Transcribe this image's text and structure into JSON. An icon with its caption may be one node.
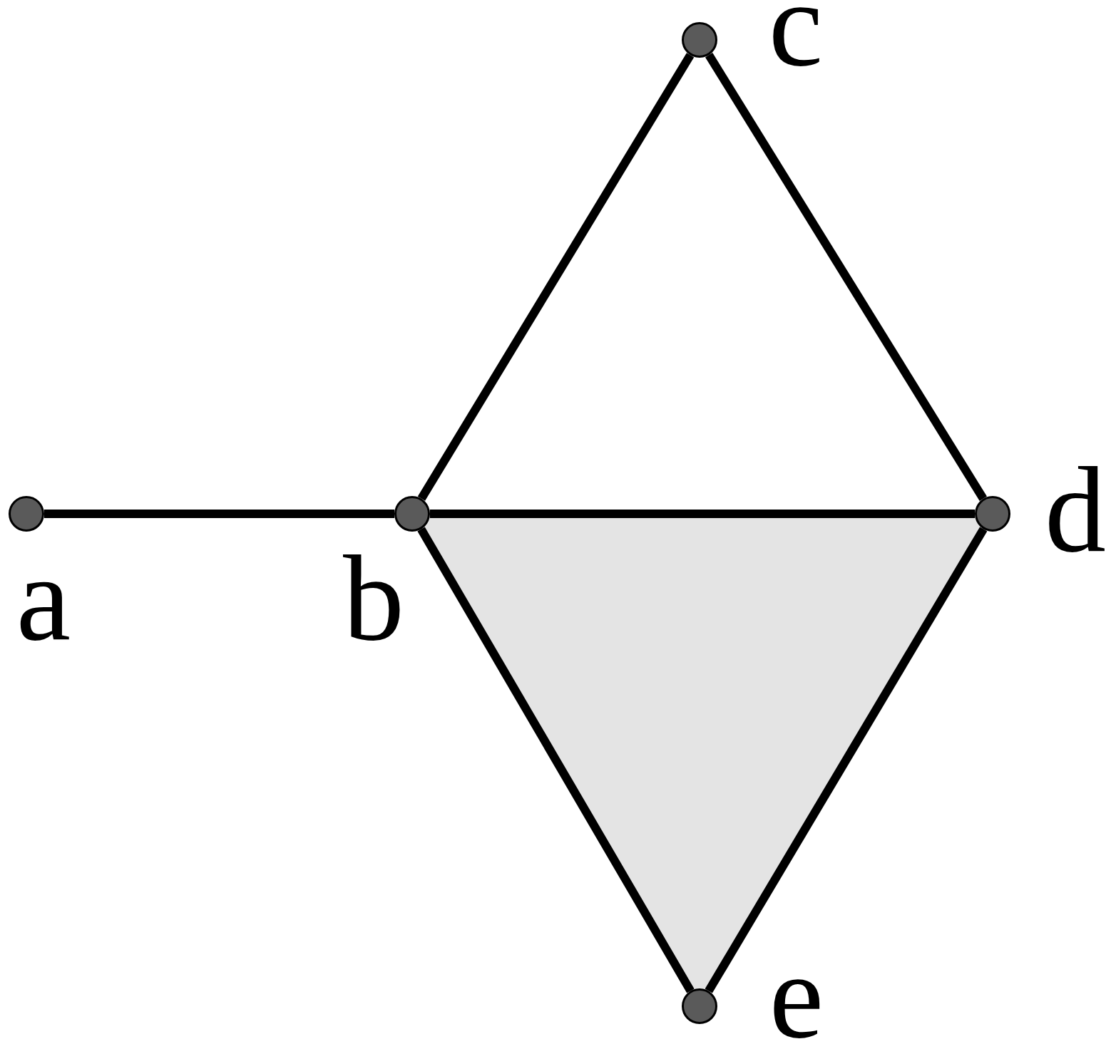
{
  "diagram": {
    "nodes": [
      {
        "text": [],
        "shape": "circle",
        "beside": [
          "a"
        ]
      },
      {
        "text": [],
        "shape": "circle",
        "beside": [
          "b"
        ]
      },
      {
        "text": [],
        "shape": "circle",
        "beside": [
          "c"
        ]
      },
      {
        "text": [],
        "shape": "circle",
        "beside": [
          "d"
        ]
      },
      {
        "text": [],
        "shape": "circle",
        "beside": [
          "e"
        ]
      }
    ],
    "edges": [
      {
        "from": 0,
        "to": 1,
        "arrow": "none"
      },
      {
        "from": 1,
        "to": 2,
        "arrow": "none"
      },
      {
        "from": 2,
        "to": 3,
        "arrow": "none"
      },
      {
        "from": 1,
        "to": 3,
        "arrow": "none"
      },
      {
        "from": 1,
        "to": 4,
        "arrow": "none"
      },
      {
        "from": 3,
        "to": 4,
        "arrow": "none"
      }
    ]
  }
}
